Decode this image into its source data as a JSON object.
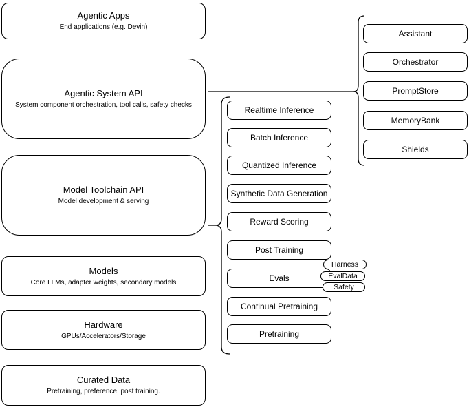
{
  "stack": [
    {
      "title": "Agentic Apps",
      "subtitle": "End applications (e.g. Devin)"
    },
    {
      "title": "Agentic System API",
      "subtitle": "System component orchestration, tool calls, safety checks"
    },
    {
      "title": "Model Toolchain API",
      "subtitle": "Model development & serving"
    },
    {
      "title": "Models",
      "subtitle": "Core LLMs, adapter weights, secondary models"
    },
    {
      "title": "Hardware",
      "subtitle": "GPUs/Accelerators/Storage"
    },
    {
      "title": "Curated Data",
      "subtitle": "Pretraining, preference, post training."
    }
  ],
  "toolchain": {
    "items": [
      "Realtime Inference",
      "Batch Inference",
      "Quantized Inference",
      "Synthetic Data Generation",
      "Reward Scoring",
      "Post Training",
      "Evals",
      "Continual Pretraining",
      "Pretraining"
    ]
  },
  "eval_tags": [
    "Harness",
    "EvalData",
    "Safety"
  ],
  "components": [
    "Assistant",
    "Orchestrator",
    "PromptStore",
    "MemoryBank",
    "Shields"
  ],
  "colors": {
    "stroke": "#000000",
    "fill": "#ffffff",
    "text": "#000000"
  }
}
